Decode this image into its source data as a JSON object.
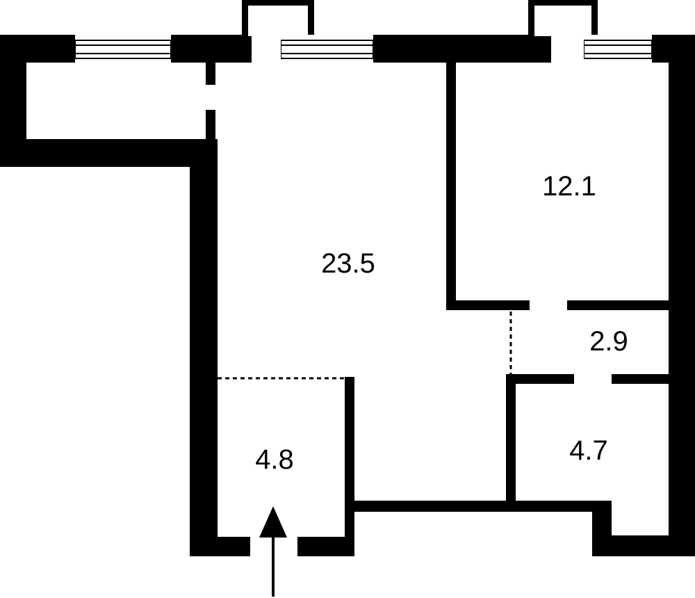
{
  "plan": {
    "wall_color": "#000000",
    "background_color": "#ffffff",
    "rooms": [
      {
        "id": "main-room",
        "area": "23.5"
      },
      {
        "id": "bedroom",
        "area": "12.1"
      },
      {
        "id": "corridor",
        "area": "2.9"
      },
      {
        "id": "entry-hall",
        "area": "4.8"
      },
      {
        "id": "bathroom",
        "area": "4.7"
      }
    ],
    "entrance_marker": "arrow-up-icon"
  }
}
